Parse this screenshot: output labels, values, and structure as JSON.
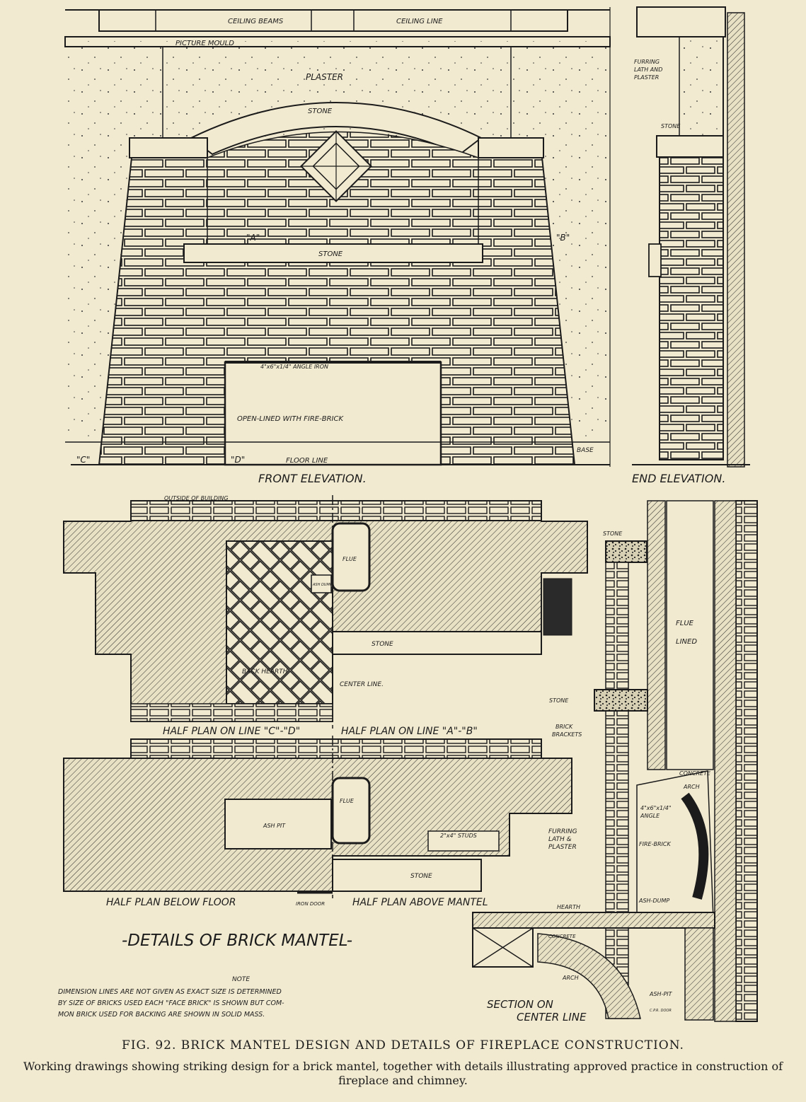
{
  "front_elevation": {
    "ceiling_beams": "CEILING BEAMS",
    "ceiling_line": "CEILING LINE",
    "picture_mould": "PICTURE MOULD",
    "plaster": "PLASTER",
    "stone_arch": "STONE",
    "stone_mantel": "STONE",
    "marker_a": "\"A\"",
    "marker_b": "\"B\"",
    "marker_c": "\"C\"",
    "marker_d": "\"D\"",
    "angle_iron": "4\"x6\"x1/4\" ANGLE IRON",
    "opening": "OPEN-LINED WITH FIRE-BRICK",
    "floor_line": "FLOOR LINE",
    "base": "BASE",
    "title": "FRONT ELEVATION."
  },
  "end_elevation": {
    "furring": "FURRING",
    "lath_and": "LATH AND",
    "plaster": "PLASTER",
    "stone": "STONE",
    "title": "END ELEVATION."
  },
  "plans": {
    "outside_of_building": "OUTSIDE OF BUILDING",
    "flue_upper": "FLUE",
    "ash_dump": "ASH DUMP",
    "stone_upper": "STONE",
    "back_hearth": "BACK HEARTH",
    "center_line": "CENTER LINE.",
    "half_plan_cd": "HALF PLAN ON LINE \"C\"-\"D\"",
    "half_plan_ab": "HALF PLAN ON LINE \"A\"-\"B\"",
    "flue_lower": "FLUE",
    "ash_pit": "ASH PIT",
    "studs": "2\"x4\" STUDS",
    "furring": "FURRING",
    "lath_and": "LATH &",
    "plaster": "PLASTER",
    "stone_lower": "STONE",
    "half_plan_below": "HALF PLAN BELOW FLOOR",
    "iron_door": "IRON DOOR",
    "half_plan_above": "HALF PLAN ABOVE MANTEL"
  },
  "section": {
    "stone_top": "STONE",
    "flue": "FLUE",
    "lined": "LINED",
    "stone_mantel": "STONE",
    "brick": "BRICK",
    "brackets": "BRACKETS",
    "concrete": "CONCRETE",
    "arch_upper": "ARCH",
    "angle_dim": "4\"x6\"x1/4\"",
    "angle": "ANGLE",
    "fire_brick": "FIRE-BRICK",
    "ash_dump": "ASH-DUMP",
    "hearth": "HEARTH",
    "concrete_lower": "CONCRETE",
    "arch_lower": "ARCH",
    "ash_pit": "ASH-PIT",
    "ash_pit_door": "C.P.R. DOOR",
    "title_line1": "SECTION ON",
    "title_line2": "CENTER LINE"
  },
  "sheet": {
    "title": "-DETAILS OF BRICK MANTEL-",
    "note_heading": "NOTE",
    "note_line1": "DIMENSION LINES ARE NOT GIVEN AS EXACT SIZE IS DETERMINED",
    "note_line2": "BY SIZE OF BRICKS USED   EACH \"FACE BRICK\" IS SHOWN BUT COM-",
    "note_line3": "MON BRICK USED FOR BACKING ARE SHOWN IN SOLID MASS."
  },
  "caption": {
    "figure": "FIG. 92.  BRICK MANTEL DESIGN AND DETAILS OF FIREPLACE CONSTRUCTION.",
    "description": "Working drawings showing striking design for a brick mantel, together with details illustrating approved practice in construction of fireplace and chimney."
  }
}
